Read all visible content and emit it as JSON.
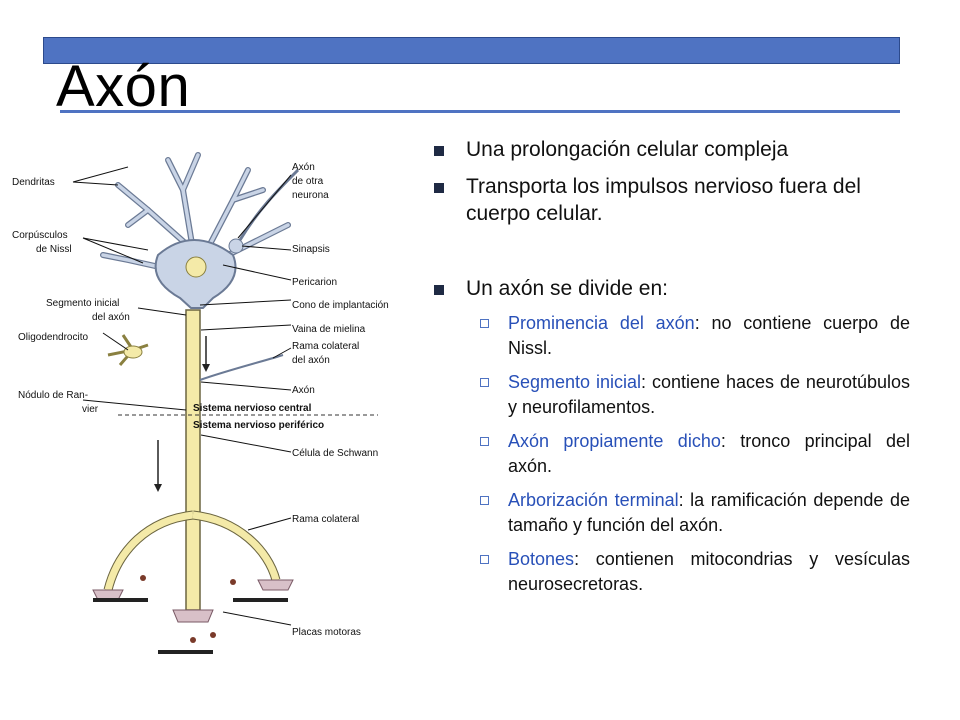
{
  "slide": {
    "title": "Axón"
  },
  "figure": {
    "labels_left": {
      "dendritas": "Dendritas",
      "corpusculos_1": "Corpúsculos",
      "corpusculos_2": "de Nissl",
      "segmento_1": "Segmento inicial",
      "segmento_2": "del axón",
      "oligodendrocito": "Oligodendrocito",
      "nodulo_1": "Nódulo de Ran-",
      "nodulo_2": "vier"
    },
    "labels_right": {
      "axon_otra_1": "Axón",
      "axon_otra_2": "de otra",
      "axon_otra_3": "neurona",
      "sinapsis": "Sinapsis",
      "pericarion": "Pericarion",
      "cono": "Cono de implantación",
      "vaina": "Vaina de mielina",
      "rama_col_1": "Rama colateral",
      "rama_col_2": "del axón",
      "axon": "Axón",
      "schwann": "Célula de Schwann",
      "rama_colateral": "Rama colateral",
      "placas": "Placas motoras"
    },
    "labels_center": {
      "snc": "Sistema nervioso central",
      "snp": "Sistema nervioso periférico"
    }
  },
  "bullets": {
    "b1": "Una prolongación celular compleja",
    "b2": "Transporta los impulsos nervioso fuera del cuerpo celular.",
    "b3": "Un axón se divide en:",
    "subs": [
      {
        "term": "Prominencia del axón",
        "text": ": no contiene cuerpo de Nissl."
      },
      {
        "term": "Segmento inicial",
        "text": ": contiene haces de neurotúbulos y neurofilamentos."
      },
      {
        "term": "Axón propiamente dicho",
        "text": ": tronco principal del axón."
      },
      {
        "term": "Arborización terminal",
        "text": ": la ramificación depende de tamaño y función del axón."
      },
      {
        "term": "Botones",
        "text": ": contienen mitocondrias y vesículas neurosecretoras."
      }
    ]
  },
  "colors": {
    "accent": "#4f73c2",
    "term": "#2850b8",
    "neuron": "#c9d4e6",
    "myelin": "#f4eaa8"
  }
}
